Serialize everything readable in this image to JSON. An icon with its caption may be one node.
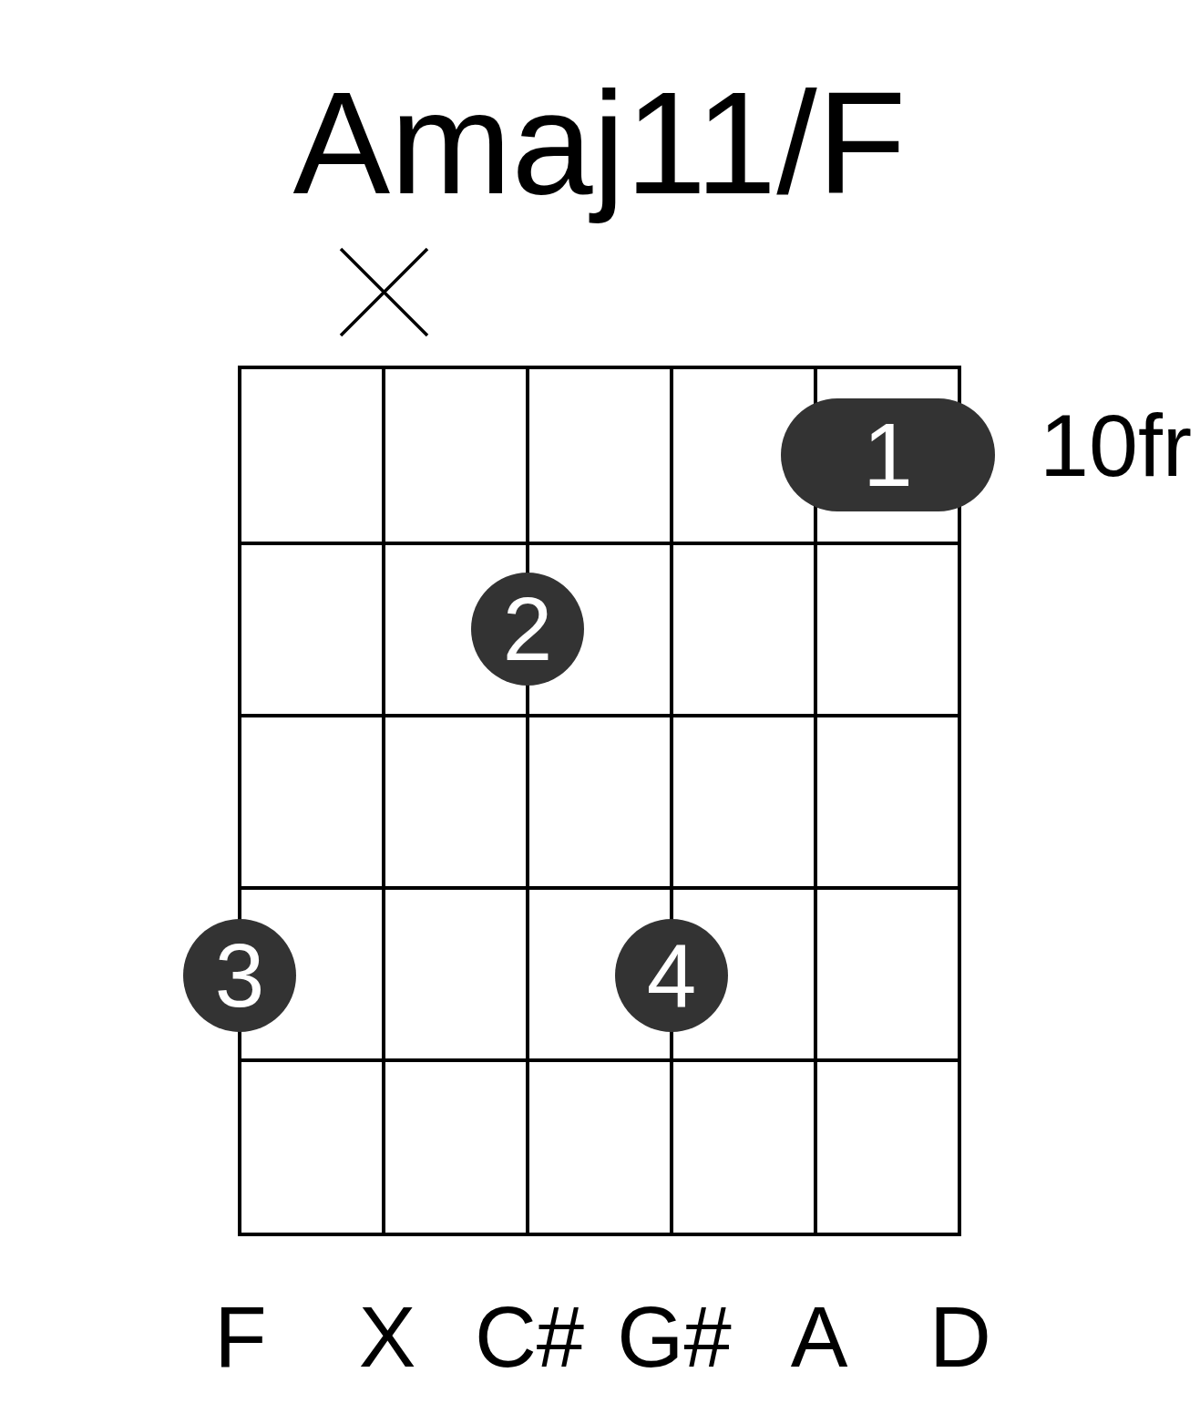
{
  "diagram": {
    "title": "Amaj11/F",
    "nodes": [
      {
        "text": [
          "1"
        ]
      },
      {
        "text": [
          "2"
        ]
      },
      {
        "text": [
          "3"
        ]
      },
      {
        "text": [
          "4"
        ]
      }
    ],
    "labels": [
      "10fr",
      "F",
      "X",
      "C#",
      "G#",
      "A",
      "D"
    ]
  }
}
